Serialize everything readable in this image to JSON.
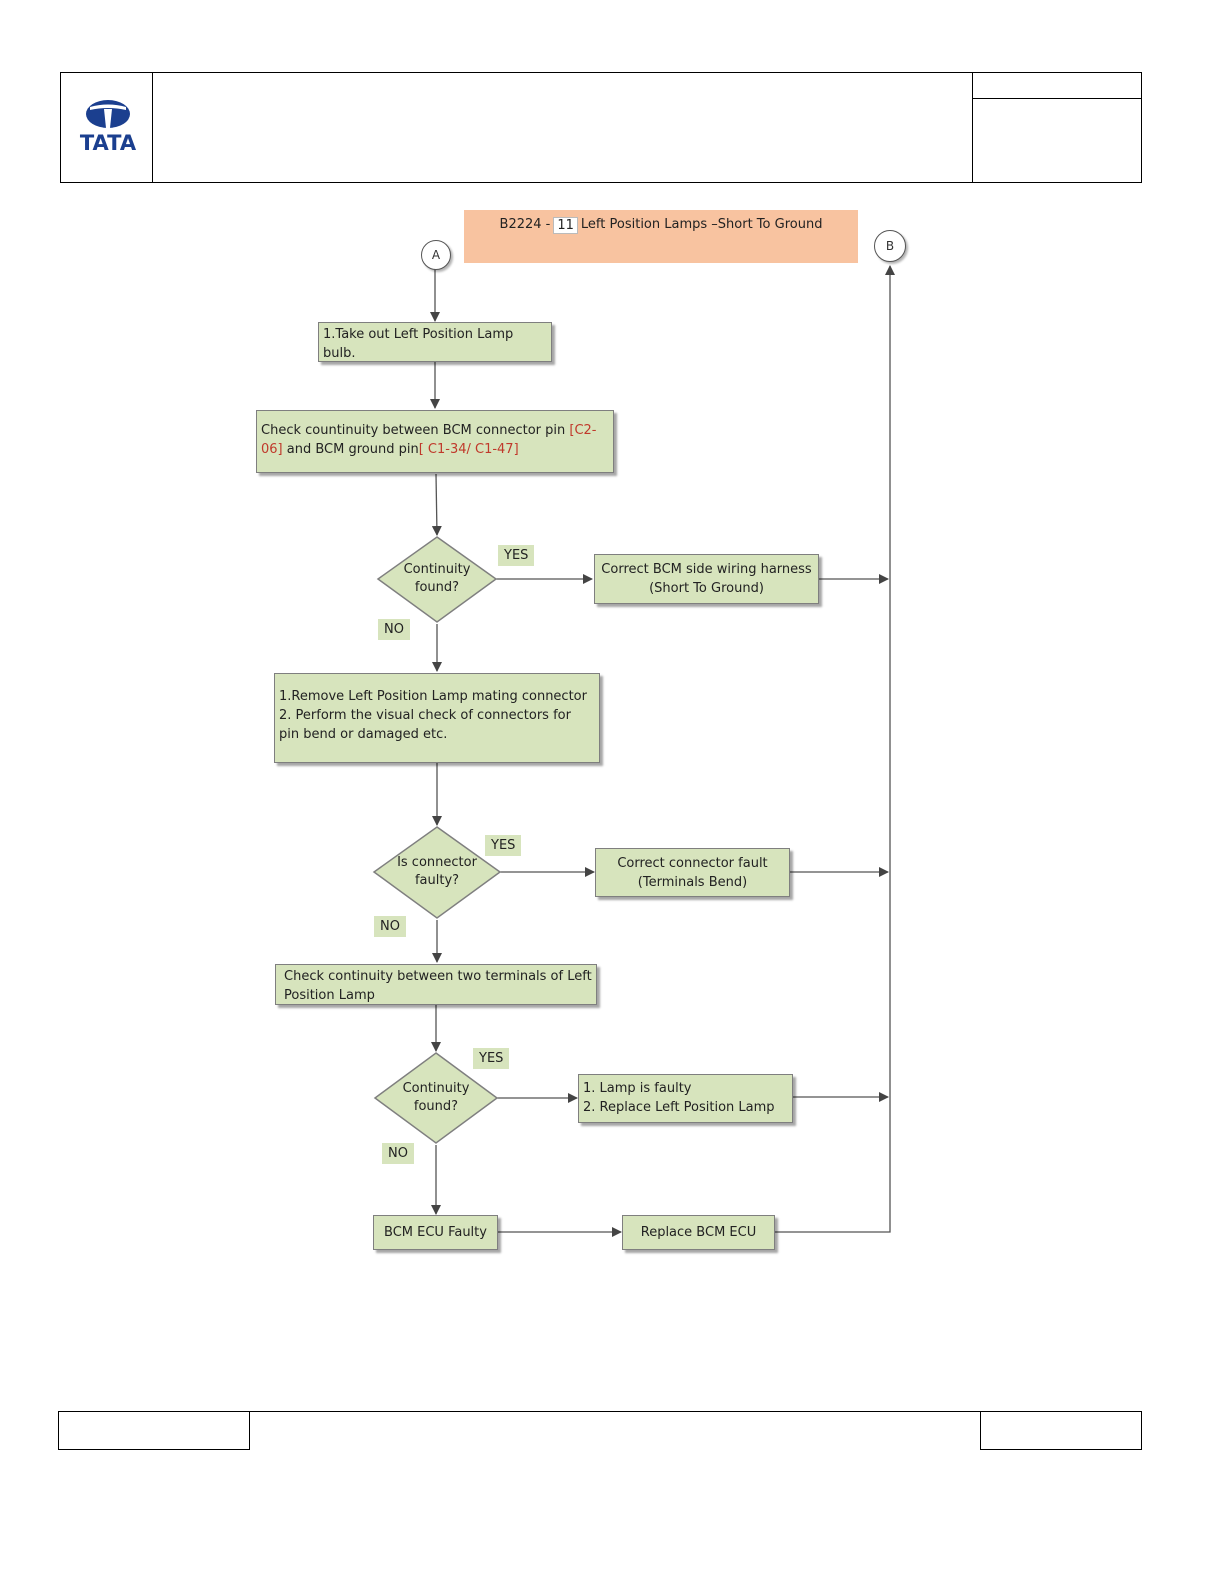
{
  "header": {
    "logo_text": "TATA"
  },
  "title": {
    "code_prefix": "B2224 -",
    "code_box": "11",
    "text": "Left Position Lamps  –Short To Ground"
  },
  "connectors": {
    "start": "A",
    "end": "B"
  },
  "steps": {
    "take_out_bulb": "1.Take out Left Position Lamp bulb.",
    "check_bcm_part1": "Check countinuity between BCM connector pin ",
    "check_bcm_pin": "[C2-06]",
    "check_bcm_part2": " and BCM ground pin",
    "check_bcm_ground": "[ C1-34/ C1-47]",
    "remove_connector_line1": "1.Remove Left Position Lamp mating connector",
    "remove_connector_line2": "2. Perform the visual check of connectors for pin bend or damaged etc.",
    "check_terminals": "Check continuity between two  terminals of Left Position Lamp",
    "bcm_ecu_faulty": "BCM ECU Faulty",
    "replace_bcm_ecu": "Replace BCM ECU"
  },
  "decisions": {
    "d1": "Continuity found?",
    "d2": "Is connector faulty?",
    "d3": "Continuity found?"
  },
  "results": {
    "r1_line1": "Correct BCM side wiring harness",
    "r1_line2": "(Short To Ground)",
    "r2_line1": "Correct connector fault",
    "r2_line2": "(Terminals Bend)",
    "r3_line1": "1. Lamp is  faulty",
    "r3_line2": "2. Replace Left Position Lamp"
  },
  "labels": {
    "yes": "YES",
    "no": "NO"
  },
  "colors": {
    "box_fill": "#d7e4bd",
    "title_fill": "#f8c3a0",
    "pin_red": "#c0392b"
  }
}
